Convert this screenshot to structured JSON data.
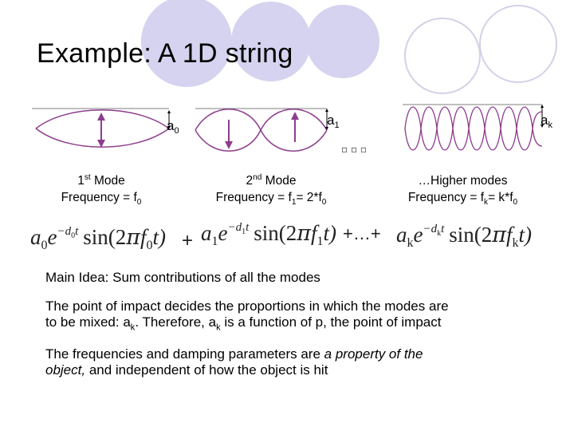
{
  "slide": {
    "title": "Example: A 1D string"
  },
  "modes": [
    {
      "amp_symbol": "a",
      "amp_sub": "0",
      "name_num": "1",
      "name_sup": "st",
      "name_rest": " Mode",
      "freq_prefix": "Frequency = f",
      "freq_sub": "0"
    },
    {
      "amp_symbol": "a",
      "amp_sub": "1",
      "name_num": "2",
      "name_sup": "nd",
      "name_rest": " Mode",
      "freq_prefix": "Frequency = f",
      "freq_sub1": "1",
      "freq_mid": "= 2*f",
      "freq_sub2": "0"
    },
    {
      "amp_symbol": "a",
      "amp_sub": "k",
      "name": "…Higher modes",
      "freq_prefix": "Frequency = f",
      "freq_sub1": "k",
      "freq_mid": "= k*f",
      "freq_sub2": "0"
    }
  ],
  "ellipsis_dots": "▫ ▫ ▫",
  "formula": {
    "term1": {
      "a": "a",
      "a_sub": "0",
      "e": "e",
      "exp": "−d",
      "exp_sub": "0",
      "exp_t": "t",
      "sin": "sin(2",
      "pi": "π",
      "f": "f",
      "f_sub": "0",
      "t": "t)"
    },
    "plus1": "+",
    "term2": {
      "a": "a",
      "a_sub": "1",
      "e": "e",
      "exp": "−d",
      "exp_sub": "1",
      "exp_t": "t",
      "sin": "sin(2",
      "pi": "π",
      "f": "f",
      "f_sub": "1",
      "t": "t)"
    },
    "plus_dots": "+…+",
    "term3": {
      "a": "a",
      "a_sub": "k",
      "e": "e",
      "exp": "−d",
      "exp_sub": "k",
      "exp_t": "t",
      "sin": "sin(2",
      "pi": "π",
      "f": "f",
      "f_sub": "k",
      "t": "t)"
    }
  },
  "paragraphs": {
    "main_idea": "Main Idea: Sum contributions of all the modes",
    "impact_1": "The point of impact decides the proportions in which the modes are",
    "impact_2a": "to be mixed: a",
    "impact_2a_sub": "k",
    "impact_2b": ". Therefore, a",
    "impact_2b_sub": "k",
    "impact_2c": " is a function of p, the point of impact",
    "freq_1a": "The frequencies and damping parameters are ",
    "freq_1b": "a property of the",
    "freq_2a": "object,",
    "freq_2b": "  and independent of how the object is hit"
  },
  "colors": {
    "circle": "#c9c8e6",
    "circle_fill": "#d5d3ef",
    "circle_outline": "#d2d2e8",
    "wave": "#8d3d8d",
    "axis": "#7f7f7f",
    "arrow": "#8d3d8d",
    "formula": "#222222"
  }
}
